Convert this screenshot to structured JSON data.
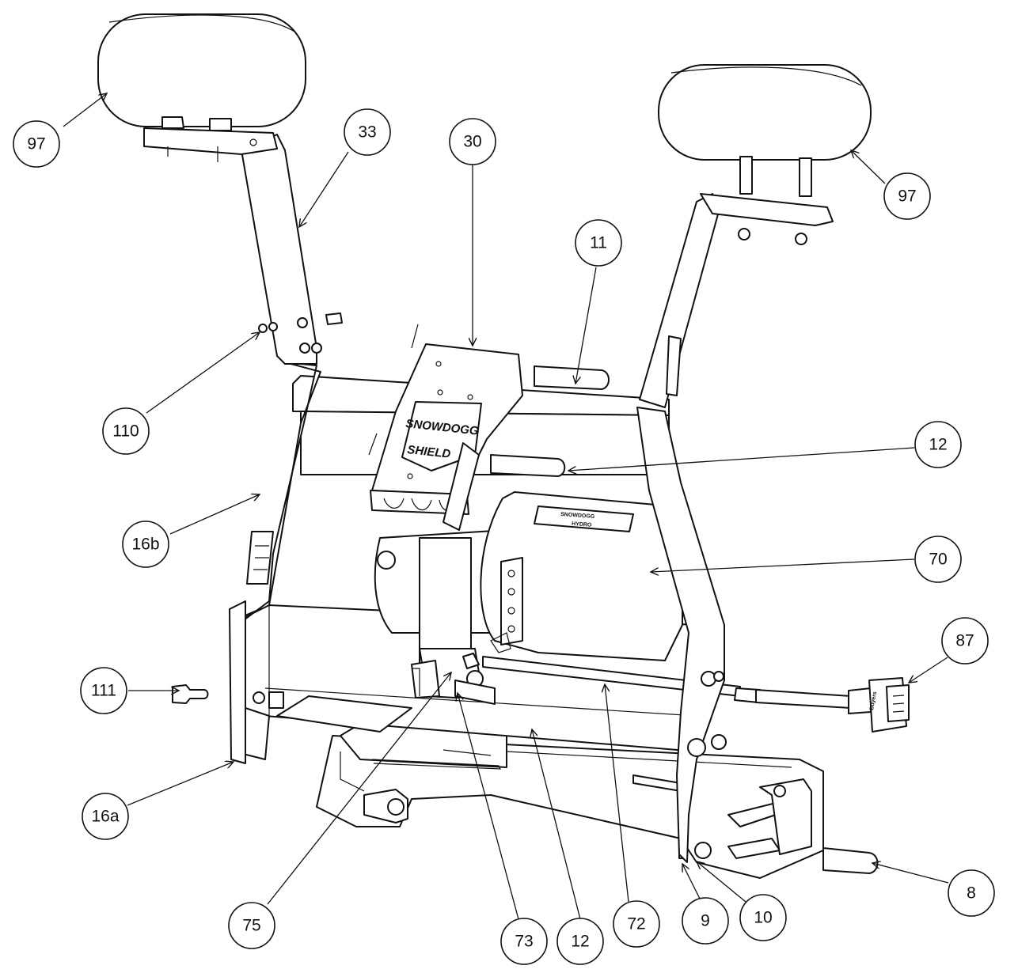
{
  "decal": {
    "line1": "SNOWDOGG",
    "line2": "SHIELD"
  },
  "motor_decal": {
    "line1": "SNOWDOGG",
    "line2": "HYDRO"
  },
  "plug_label": "Buyers",
  "callouts": [
    {
      "id": "97a",
      "label": "97"
    },
    {
      "id": "33",
      "label": "33"
    },
    {
      "id": "30",
      "label": "30"
    },
    {
      "id": "11",
      "label": "11"
    },
    {
      "id": "97b",
      "label": "97"
    },
    {
      "id": "110",
      "label": "110"
    },
    {
      "id": "12a",
      "label": "12"
    },
    {
      "id": "16b",
      "label": "16b"
    },
    {
      "id": "70",
      "label": "70"
    },
    {
      "id": "87",
      "label": "87"
    },
    {
      "id": "111",
      "label": "111"
    },
    {
      "id": "16a",
      "label": "16a"
    },
    {
      "id": "8",
      "label": "8"
    },
    {
      "id": "75",
      "label": "75"
    },
    {
      "id": "73",
      "label": "73"
    },
    {
      "id": "12b",
      "label": "12"
    },
    {
      "id": "72",
      "label": "72"
    },
    {
      "id": "9",
      "label": "9"
    },
    {
      "id": "10",
      "label": "10"
    }
  ]
}
